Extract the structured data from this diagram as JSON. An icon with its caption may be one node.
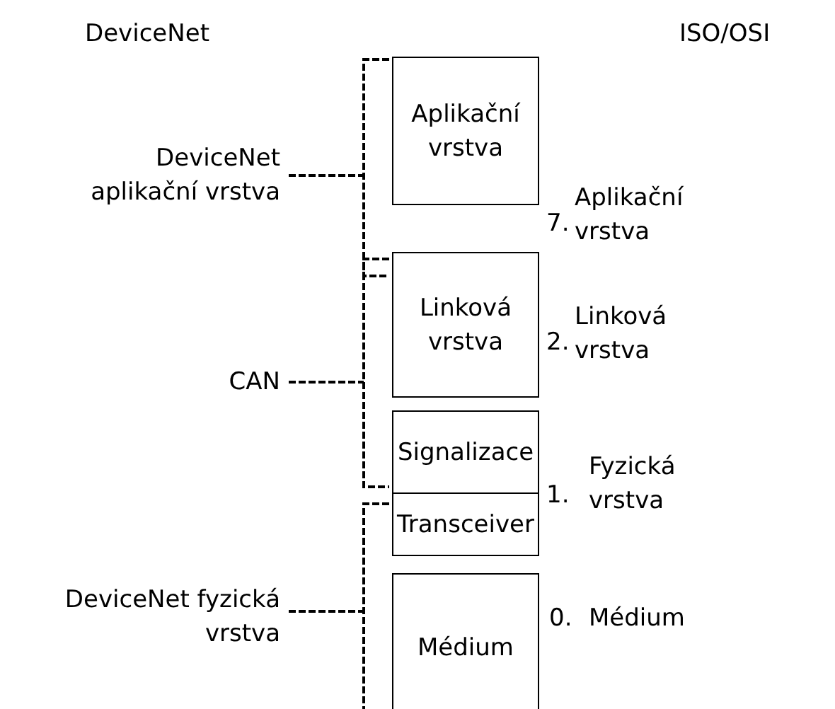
{
  "diagram": {
    "nodes": [
      {
        "text": [
          "Aplikační vrstva"
        ]
      },
      {
        "text": [
          "Linková vrstva"
        ]
      },
      {
        "text": [
          "Signalizace"
        ]
      },
      {
        "text": [
          "Transceiver"
        ]
      },
      {
        "text": [
          "Médium"
        ]
      }
    ],
    "labels": [
      "DeviceNet",
      "ISO/OSI",
      "DeviceNet aplikační vrstva",
      "7.",
      "Aplikační vrstva",
      "Linková vrstva",
      "2.",
      "CAN",
      "1.",
      "Fyzická vrstva",
      "DeviceNet fyzická vrstva",
      "0.",
      "Médium"
    ]
  }
}
